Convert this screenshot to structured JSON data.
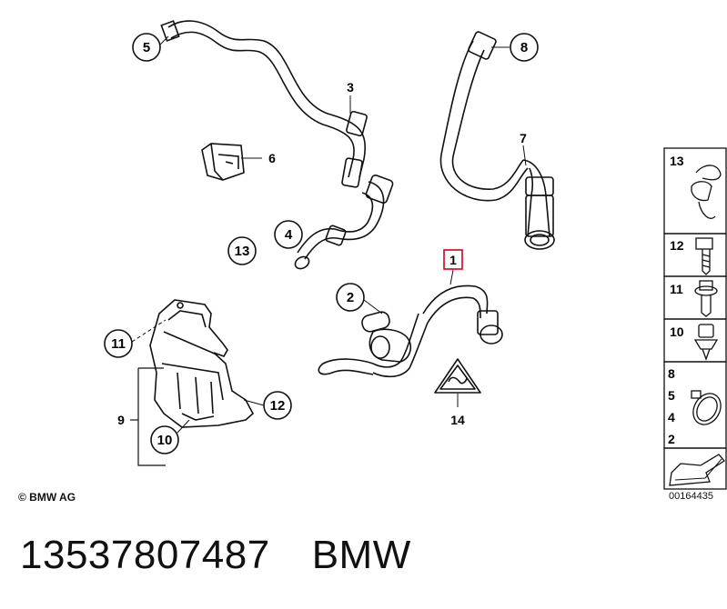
{
  "callouts": {
    "c5": "5",
    "c3": "3",
    "c6": "6",
    "c4": "4",
    "c13": "13",
    "c8": "8",
    "c7": "7",
    "c1": "1",
    "c2": "2",
    "c11": "11",
    "c9": "9",
    "c12": "12",
    "c10": "10",
    "c14": "14"
  },
  "sidebar": {
    "box1": "13",
    "box2": "12",
    "box3": "11",
    "box4": "10",
    "box5": [
      "8",
      "5",
      "4",
      "2"
    ]
  },
  "footer": {
    "copyright": "© BMW AG",
    "ref_code": "00164435"
  },
  "caption": {
    "part_number": "13537807487",
    "brand": "BMW"
  },
  "colors": {
    "line": "#111111",
    "highlight_box": "#d0021b",
    "background": "#ffffff"
  }
}
